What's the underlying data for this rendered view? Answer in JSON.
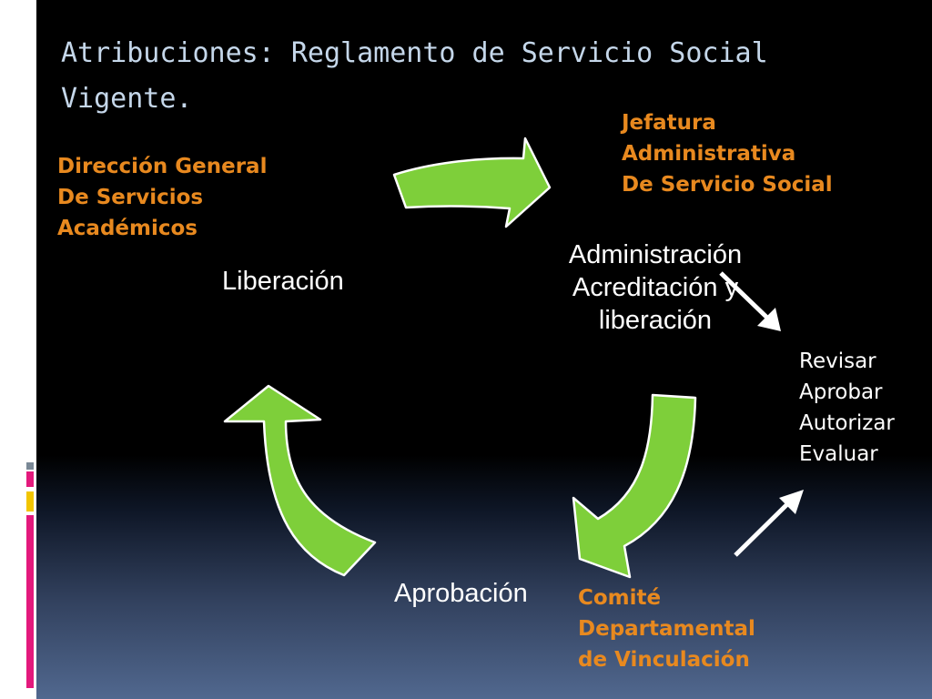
{
  "slide": {
    "title": "Atribuciones: Reglamento de Servicio Social Vigente."
  },
  "entities": {
    "direccion": [
      "Dirección General",
      "De Servicios",
      "Académicos"
    ],
    "jefatura": [
      "Jefatura",
      "Administrativa",
      "De Servicio Social"
    ],
    "comite": [
      "Comité",
      "Departamental",
      "de Vinculación"
    ]
  },
  "stages": {
    "administracion": [
      "Administración",
      "Acreditación y",
      "liberación"
    ],
    "liberacion": "Liberación",
    "aprobacion": "Aprobación"
  },
  "actions": [
    "Revisar",
    "Aprobar",
    "Autorizar",
    "Evaluar"
  ],
  "colors": {
    "arrow_fill": "#7ecf3a",
    "entity_text": "#e8891f",
    "title_text": "#c5d7ea",
    "accent_pink": "#e3197c",
    "accent_yellow": "#f2c500",
    "accent_gray": "#7a8896"
  }
}
